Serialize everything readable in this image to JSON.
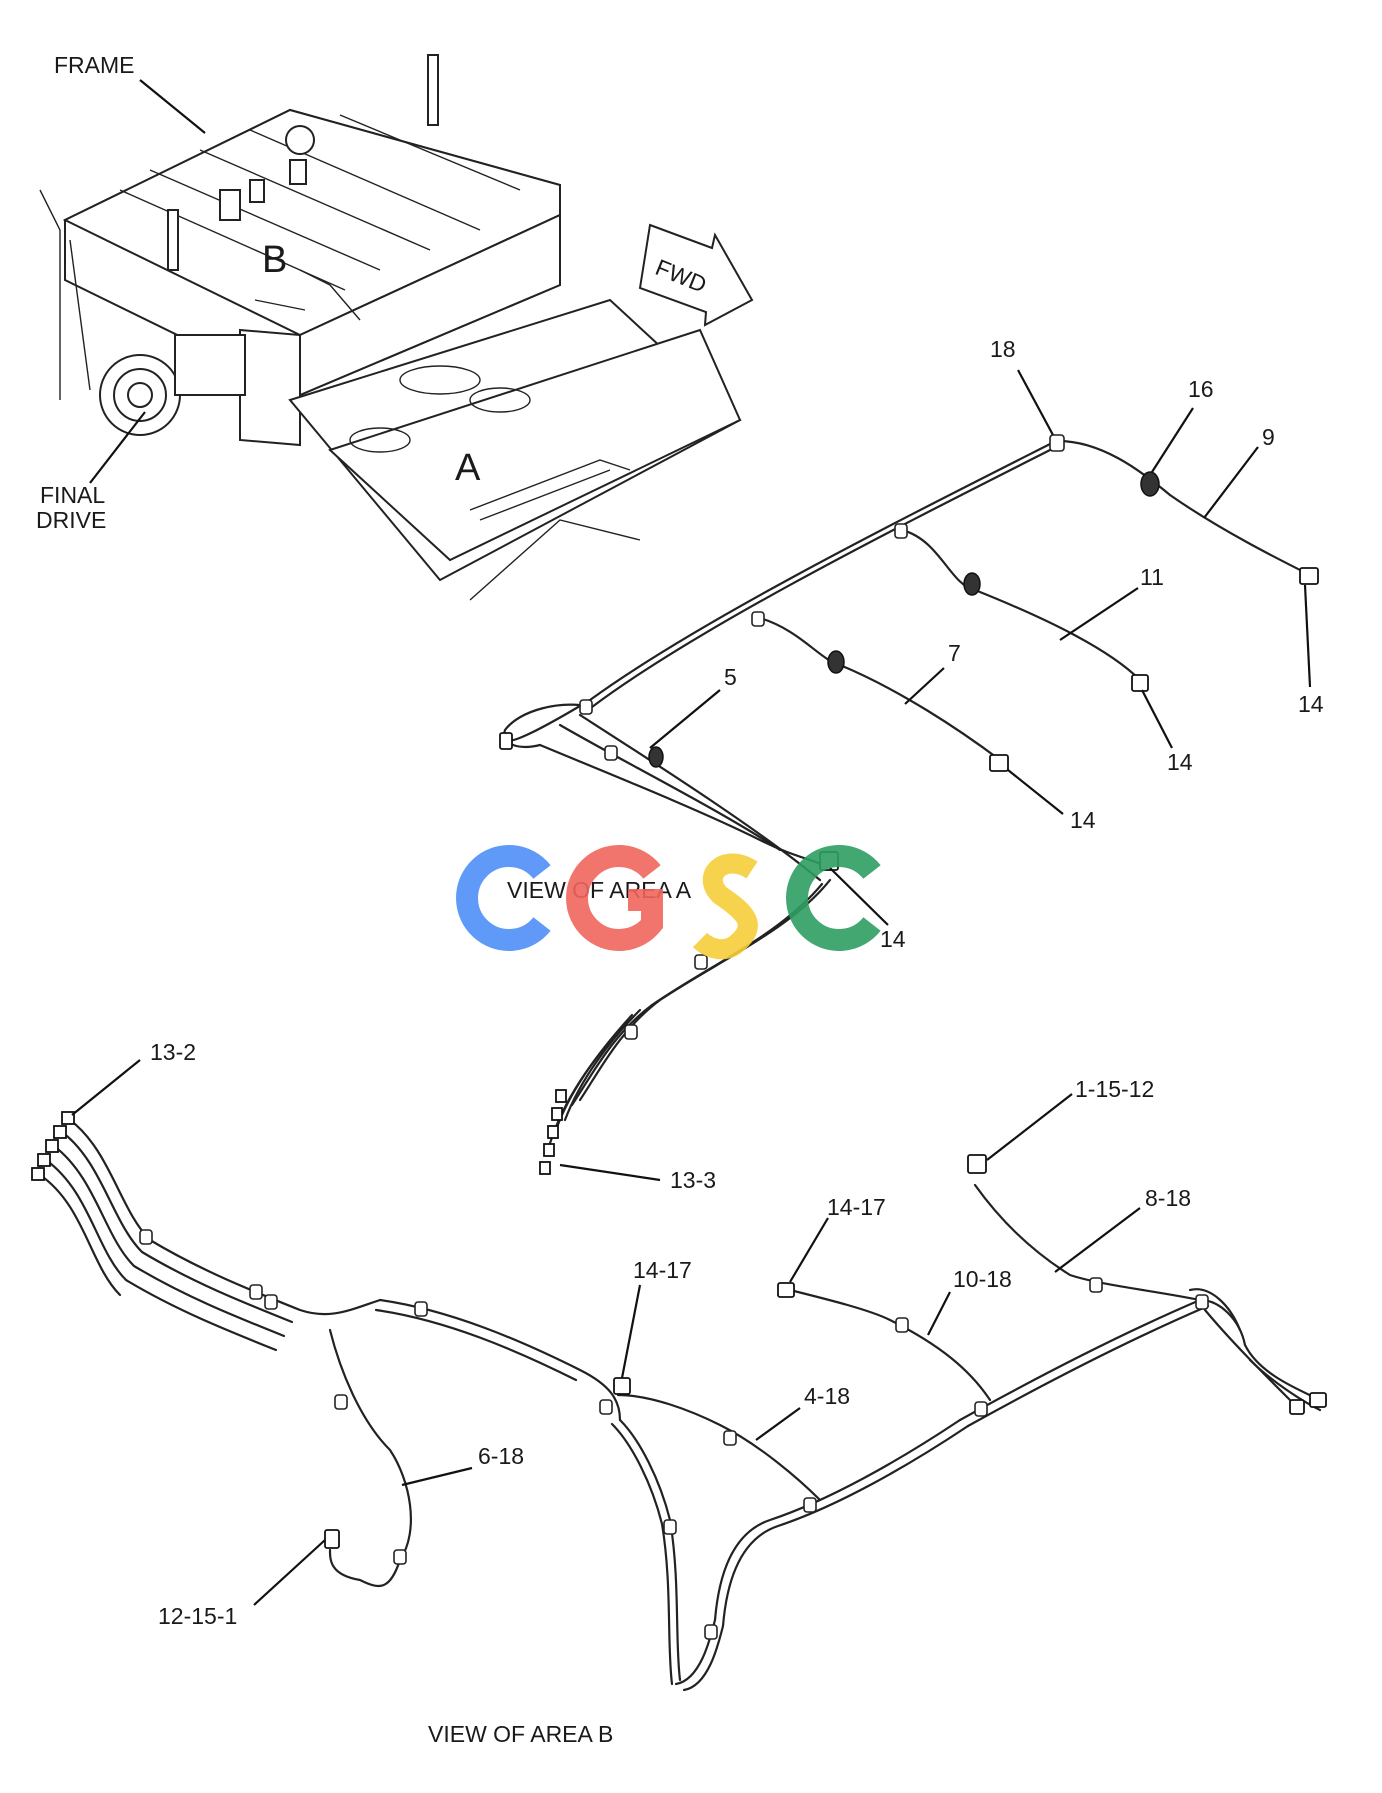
{
  "labels": {
    "frame": "FRAME",
    "final_drive_line1": "FINAL",
    "final_drive_line2": "DRIVE",
    "area_a": "A",
    "area_b": "B",
    "fwd": "FWD",
    "view_area_a": "VIEW OF AREA  A",
    "view_area_b": "VIEW OF AREA  B"
  },
  "callouts_a": {
    "c18": "18",
    "c16": "16",
    "c9": "9",
    "c11": "11",
    "c14_right": "14",
    "c7": "7",
    "c14_mid": "14",
    "c5": "5",
    "c14_lower": "14",
    "c14_center": "14",
    "c13_3": "13-3"
  },
  "callouts_b": {
    "c13_2": "13-2",
    "c1_15_12": "1-15-12",
    "c8_18": "8-18",
    "c14_17_right": "14-17",
    "c10_18": "10-18",
    "c14_17_left": "14-17",
    "c4_18": "4-18",
    "c6_18": "6-18",
    "c12_15_1": "12-15-1"
  },
  "watermark": {
    "text": "CGSC",
    "colors": [
      "#4f8ff7",
      "#f0655e",
      "#f7cf3a",
      "#2e9e62"
    ]
  }
}
